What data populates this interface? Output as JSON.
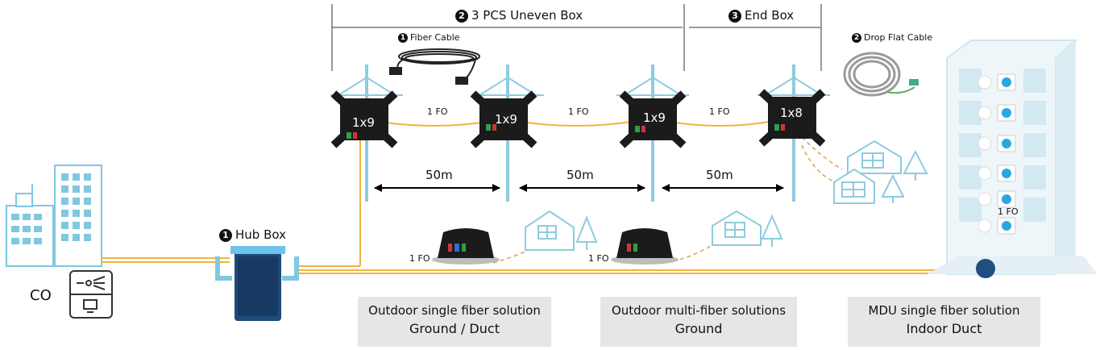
{
  "sections": {
    "uneven_box": {
      "num": "2",
      "label": "3 PCS Uneven Box"
    },
    "end_box": {
      "num": "3",
      "label": "End Box"
    }
  },
  "callouts": {
    "fiber_cable": {
      "num": "1",
      "label": "Fiber Cable"
    },
    "drop_flat_cable": {
      "num": "2",
      "label": "Drop Flat Cable"
    },
    "hub_box": {
      "num": "1",
      "label": "Hub Box"
    }
  },
  "co_label": "CO",
  "splitters": [
    "1x9",
    "1x9",
    "1x9",
    "1x8"
  ],
  "link_labels": [
    "1 FO",
    "1 FO",
    "1 FO"
  ],
  "distances": [
    "50m",
    "50m",
    "50m"
  ],
  "ground_fo_labels": [
    "1 FO",
    "1 FO"
  ],
  "mdu_fo_label": "1 FO",
  "panels": [
    {
      "line1": "Outdoor single fiber solution",
      "line2": "Ground / Duct"
    },
    {
      "line1": "Outdoor multi-fiber solutions",
      "line2": "Ground"
    },
    {
      "line1": "MDU single fiber solution",
      "line2": "Indoor Duct"
    }
  ],
  "colors": {
    "fiber": "#f0b340",
    "outline": "#7fc8e0",
    "box": "#1b1b1b",
    "hub": "#1f4a7a",
    "panel_bg": "#e6e6e6"
  }
}
